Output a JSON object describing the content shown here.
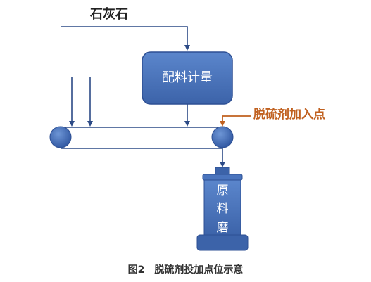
{
  "labels": {
    "limestone": "石灰石",
    "batching_meter": "配料计量",
    "desulfurizer_dosing_point": "脱硫剂加入点",
    "raw_mill": [
      "原",
      "料",
      "磨"
    ]
  },
  "caption": {
    "figure_number": "图2",
    "title": "脱硫剂投加点位示意"
  },
  "colors": {
    "box_fill": "#4a74bd",
    "box_edge": "#2d4f93",
    "arrow": "#2c4a86",
    "dosing_arrow": "#c0601f",
    "dosing_text": "#c0601f"
  }
}
